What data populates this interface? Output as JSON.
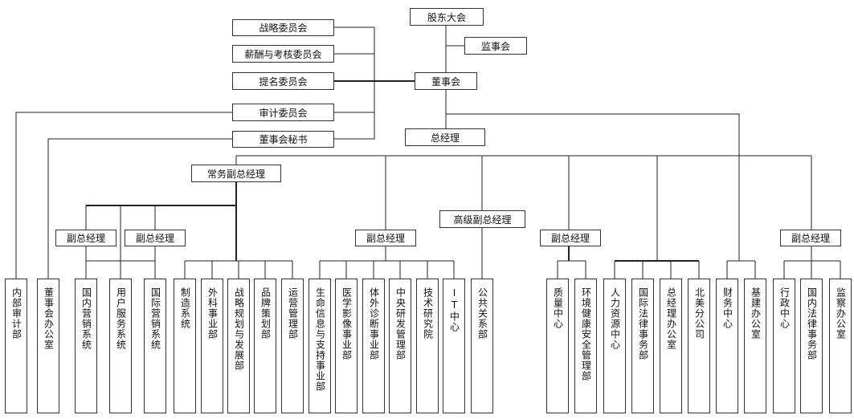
{
  "top": {
    "shareholders": "股东大会",
    "supervisors": "监事会",
    "board": "董事会",
    "ceo": "总经理"
  },
  "committees": {
    "strategy": "战略委员会",
    "compensation": "薪酬与考核委员会",
    "nomination": "提名委员会",
    "audit": "审计委员会",
    "secretary": "董事会秘书"
  },
  "managers": {
    "executive_vp": "常务副总经理",
    "senior_vp": "高级副总经理",
    "vp": "副总经理"
  },
  "departments": {
    "internal_audit": "内部审计部",
    "board_office": "董事会办公室",
    "domestic_marketing": "国内营销系统",
    "user_service": "用户服务系统",
    "intl_marketing": "国际营销系统",
    "manufacturing": "制造系统",
    "surgical": "外科事业部",
    "strategy_dev": "战略规划与发展部",
    "brand": "品牌策划部",
    "operations": "运营管理部",
    "life_info": "生命信息与支持事业部",
    "imaging": "医学影像事业部",
    "ivd": "体外诊断事业部",
    "central_rd": "中央研发管理部",
    "tech_institute": "技术研究院",
    "it_center": "IT中心",
    "public_affairs": "公共关系部",
    "quality": "质量中心",
    "ehs": "环境健康安全管理部",
    "hr": "人力资源中心",
    "intl_legal": "国际法律事务部",
    "gm_office": "总经理办公室",
    "north_america": "北美分公司",
    "finance": "财务中心",
    "infrastructure": "基建办公室",
    "admin": "行政中心",
    "domestic_legal": "国内法律事务部",
    "supervision": "监察办公室"
  }
}
